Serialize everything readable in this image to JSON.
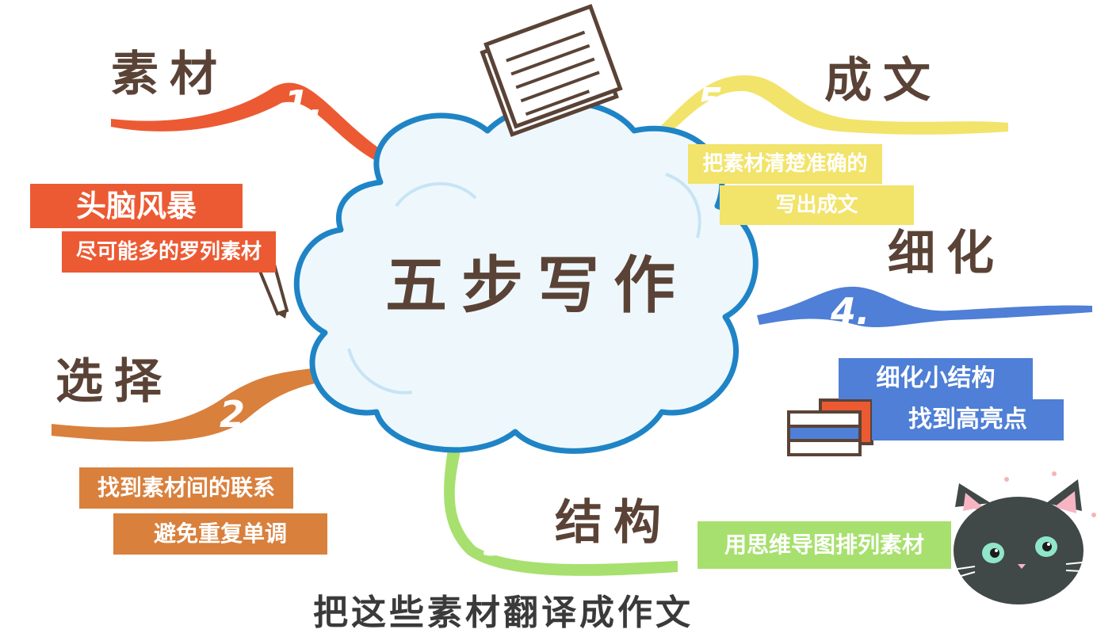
{
  "center": {
    "title": "五步写作"
  },
  "steps": [
    {
      "number": "1.",
      "heading": "素材",
      "line1": "头脑风暴",
      "line2": "尽可能多的罗列素材",
      "color": "#ec5a33"
    },
    {
      "number": "2.",
      "heading": "选择",
      "line1": "找到素材间的联系",
      "line2": "避免重复单调",
      "color": "#d9803d"
    },
    {
      "number": "3.",
      "heading": "结构",
      "line1": "用思维导图排列素材",
      "color": "#a7e06e"
    },
    {
      "number": "4.",
      "heading": "细化",
      "line1": "细化小结构",
      "line2": "找到高亮点",
      "color": "#4f7fd6"
    },
    {
      "number": "5.",
      "heading": "成文",
      "line1": "把素材清楚准确的",
      "line2": "写出成文",
      "color": "#f2e36a"
    }
  ],
  "subtitle": "把这些素材翻译成作文",
  "icons": [
    "paper-stack-icon",
    "pencil-icon",
    "books-icon",
    "black-cat-icon"
  ]
}
